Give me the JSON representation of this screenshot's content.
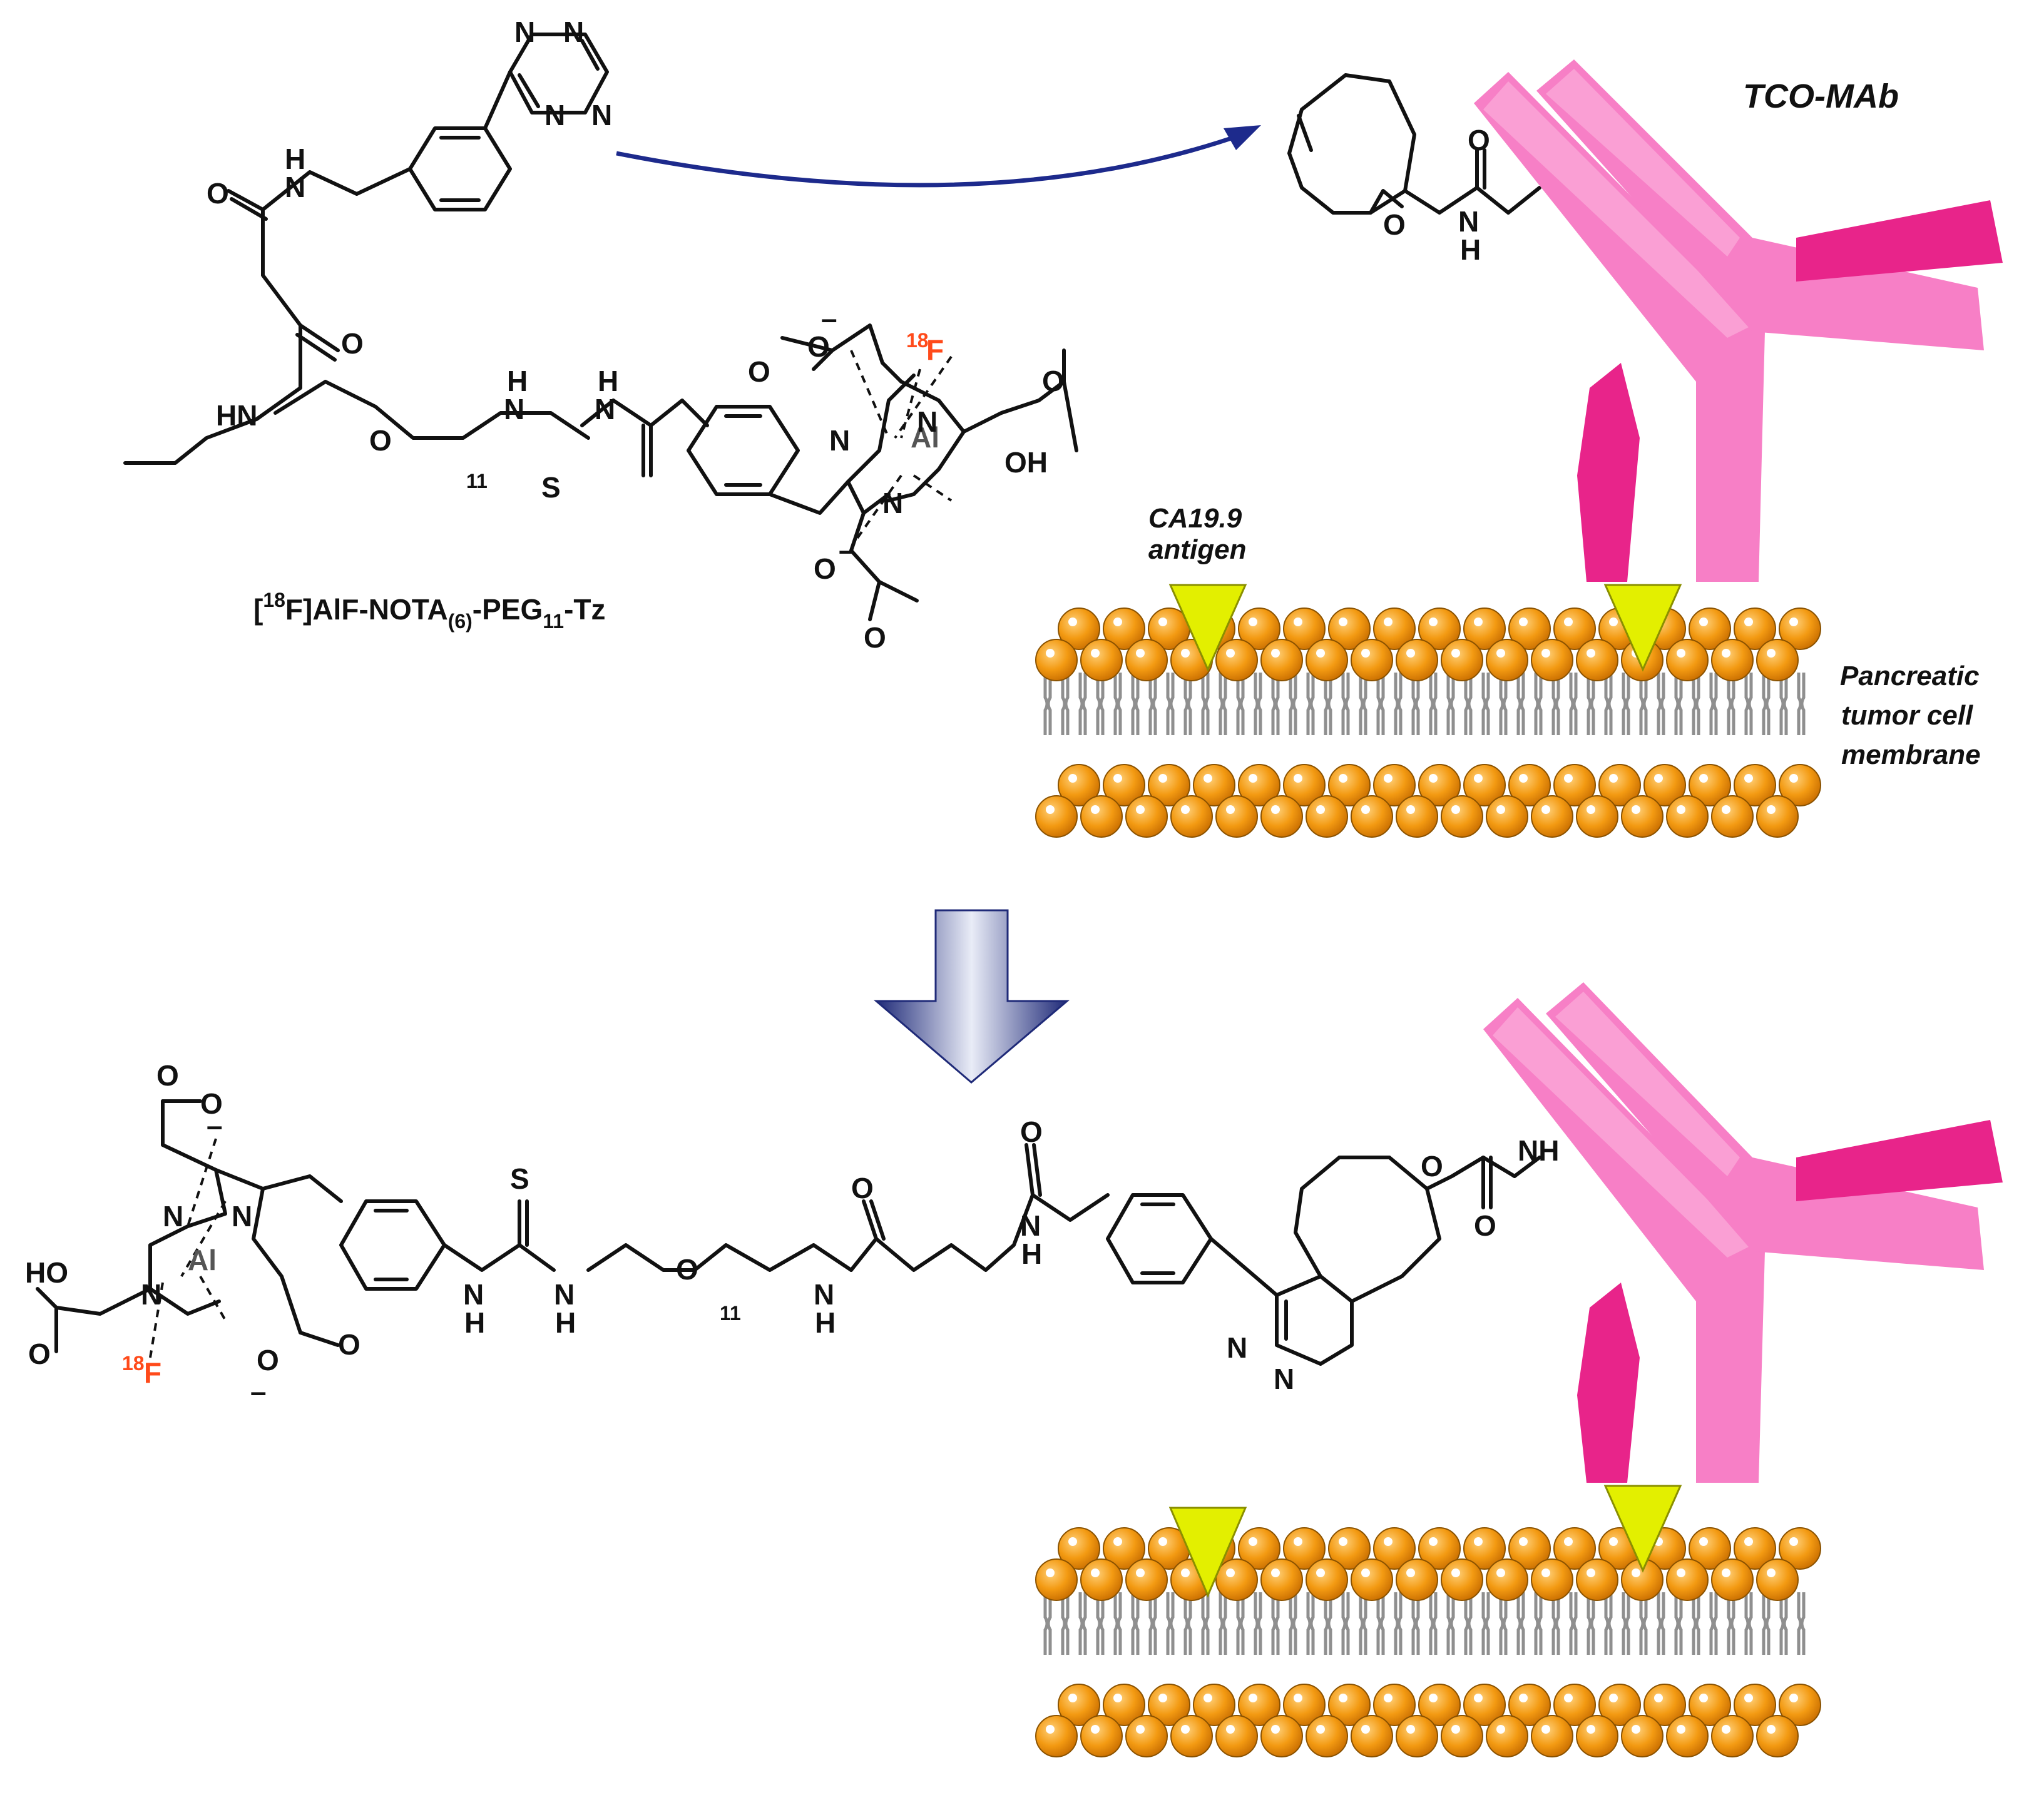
{
  "compound_label": {
    "open_bracket": "[",
    "isotope": "18",
    "main": "F]AlF-NOTA",
    "sub1": "(6)",
    "mid": "-PEG",
    "sub2": "11",
    "end": "-Tz"
  },
  "labels": {
    "tco_mab": "TCO-MAb",
    "antigen_line1": "CA19.9",
    "antigen_line2": "antigen",
    "membrane_line1": "Pancreatic",
    "membrane_line2": "tumor cell",
    "membrane_line3": "membrane"
  },
  "atoms": {
    "N": "N",
    "NH": "NH",
    "HN": "HN",
    "H": "H",
    "O": "O",
    "S": "S",
    "OH": "OH",
    "HO": "HO",
    "Al": "Al",
    "F": "F",
    "iso": "18",
    "minus": "–",
    "repeat": "11"
  },
  "colors": {
    "antibody_light": "#f77fc6",
    "antibody_dark": "#ee3d9a",
    "antibody_fab": "#e8248a",
    "antigen": "#e3ef00",
    "lipid_head": "#f39a12",
    "lipid_tail": "#8f8f8f",
    "reaction_arrow": "#1d2a8c",
    "isotope_text": "#ff4a1a"
  }
}
